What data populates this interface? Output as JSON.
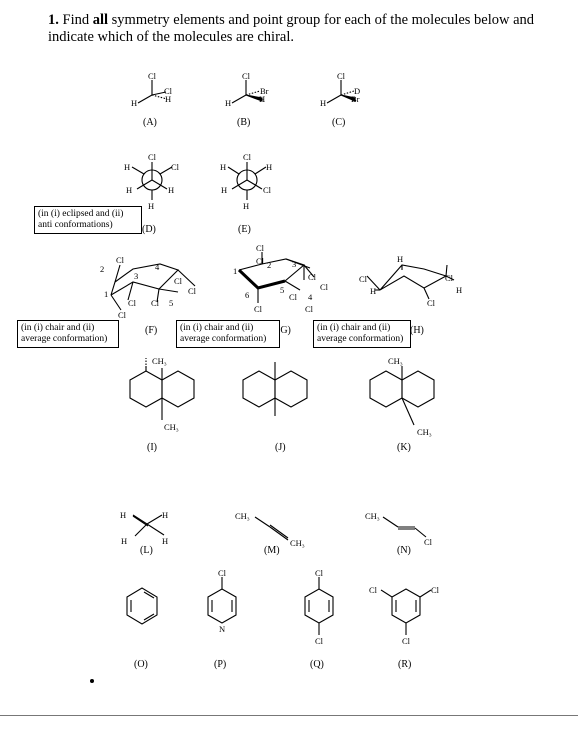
{
  "heading": {
    "number": "1.",
    "part1": " Find ",
    "bold": "all",
    "part2": " symmetry elements and point group for each of the molecules below and indicate which of the molecules are chiral."
  },
  "labels": {
    "A": "(A)",
    "B": "(B)",
    "C": "(C)",
    "D": "(D)",
    "E": "(E)",
    "F": "(F)",
    "G": "(G)",
    "H": "(H)",
    "I": "(I)",
    "J": "(J)",
    "K": "(K)",
    "L": "(L)",
    "M": "(M)",
    "N": "(N)",
    "O": "(O)",
    "P": "(P)",
    "Q": "(Q)",
    "R": "(R)"
  },
  "boxes": {
    "d_note": "(in (i) eclipsed and (ii) anti conformations)",
    "f_note": "(in (i) chair and (ii) average conformation)",
    "g_note": "(in (i) chair and (ii) average conformation)",
    "h_note": "(in (i) chair and (ii) average conformation)"
  },
  "atoms": {
    "Cl": "Cl",
    "H": "H",
    "Br": "Br",
    "D": "D",
    "N": "N",
    "CH3": "CH₃",
    "n1": "1",
    "n2": "2",
    "n3": "3",
    "n4": "4",
    "n5": "5",
    "n6": "6"
  }
}
